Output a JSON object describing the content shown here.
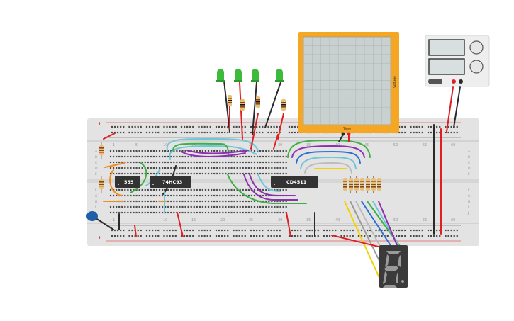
{
  "board": {
    "column_numbers": [
      "1",
      "5",
      "10",
      "15",
      "20",
      "25",
      "30",
      "35",
      "40",
      "45",
      "50",
      "55",
      "60"
    ],
    "row_letters_top": [
      "A",
      "B",
      "C",
      "D",
      "E"
    ],
    "row_letters_bottom": [
      "F",
      "G",
      "H",
      "I",
      "J"
    ],
    "rail_plus": "+",
    "rail_minus": "-"
  },
  "chips": {
    "timer": "555",
    "counter": "74HC93",
    "decoder": "CD4511"
  },
  "oscilloscope": {
    "x_label": "Time",
    "y_label": "Voltage",
    "frame_color": "#f5a623"
  },
  "power_supply": {
    "display_top": "",
    "display_bottom": ""
  },
  "display": {
    "digit": "8",
    "body_color": "#3a3a3a"
  },
  "colors": {
    "board": "#e3e3e3",
    "wire_red": "#e02020",
    "wire_black": "#2a2a2a",
    "wire_green": "#3cb043",
    "wire_orange": "#f28c1c",
    "wire_cyan": "#6ec6d9",
    "wire_purple": "#8e2fb0",
    "wire_blue": "#2a6fd6",
    "wire_yellow": "#f3d200",
    "wire_gray": "#9a9a9a",
    "led_green": "#3dbb3d"
  }
}
